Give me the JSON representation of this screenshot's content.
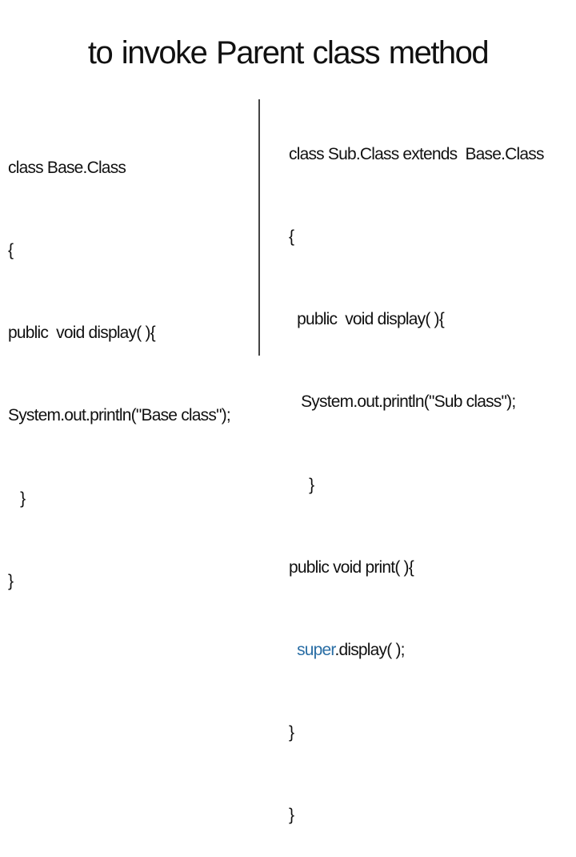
{
  "title": "to invoke Parent class method",
  "left_code": {
    "lines": [
      "class Base.Class",
      "{",
      "public  void display( ){",
      "System.out.println(\"Base class\");",
      "   }",
      "}"
    ]
  },
  "right_code": {
    "lines_before": [
      "class Sub.Class extends  Base.Class",
      "{",
      "  public  void display( ){",
      "   System.out.println(\"Sub class\");",
      "     }",
      "public void print( ){"
    ],
    "super_line": {
      "indent": "  ",
      "keyword": "super",
      "rest": ".display( );"
    },
    "lines_after": [
      "}",
      "}"
    ]
  },
  "colors": {
    "keyword_super": "#2a6ea5",
    "text": "#111111",
    "divider": "#444444"
  }
}
